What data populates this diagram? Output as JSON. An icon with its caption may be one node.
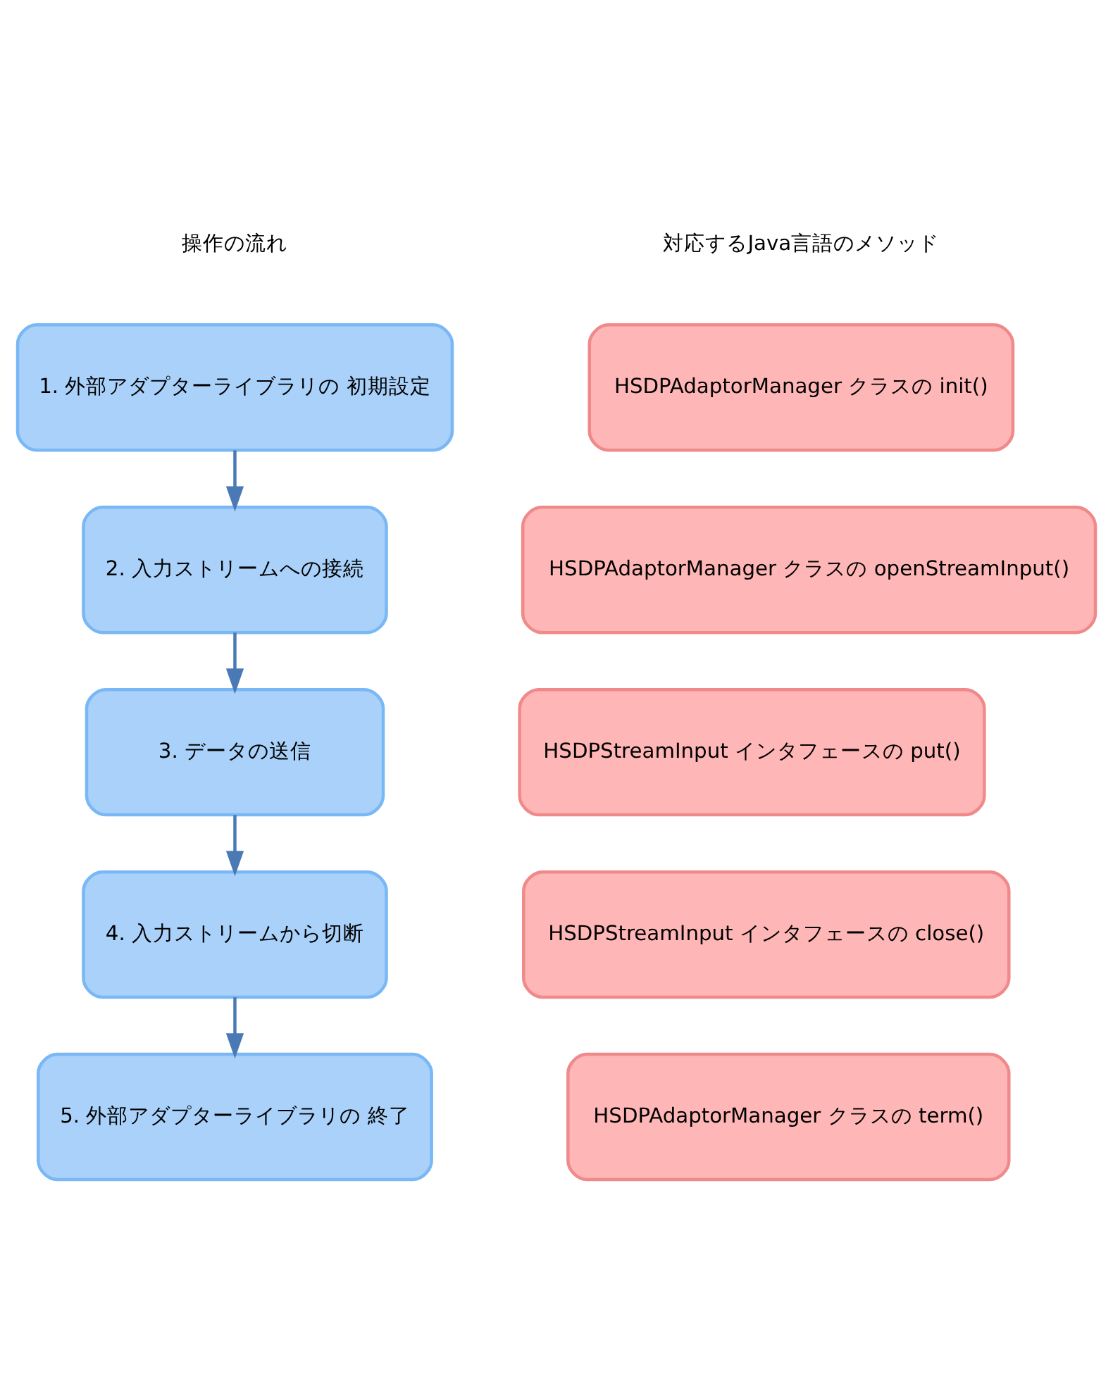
{
  "diagram": {
    "nodes": [
      {
        "text": [
          "1. 外部アダプターライブラリの 初期設定"
        ]
      },
      {
        "text": [
          "HSDPAdaptorManager クラスの init()"
        ]
      },
      {
        "text": [
          "2. 入力ストリームへの接続"
        ]
      },
      {
        "text": [
          "HSDPAdaptorManager クラスの openStreamInput()"
        ]
      },
      {
        "text": [
          "3. データの送信"
        ]
      },
      {
        "text": [
          "HSDPStreamInput インタフェースの put()"
        ]
      },
      {
        "text": [
          "4. 入力ストリームから切断"
        ]
      },
      {
        "text": [
          "HSDPStreamInput インタフェースの close()"
        ]
      },
      {
        "text": [
          "5. 外部アダプターライブラリの 終了"
        ]
      },
      {
        "text": [
          "HSDPAdaptorManager クラスの term()"
        ]
      }
    ],
    "edges": [
      {
        "from": 0,
        "to": 2,
        "arrow": "to"
      },
      {
        "from": 2,
        "to": 4,
        "arrow": "to"
      },
      {
        "from": 4,
        "to": 6,
        "arrow": "to"
      },
      {
        "from": 6,
        "to": 8,
        "arrow": "to"
      }
    ],
    "labels": [
      "操作の流れ",
      "対応するJava言語のメソッド"
    ]
  }
}
